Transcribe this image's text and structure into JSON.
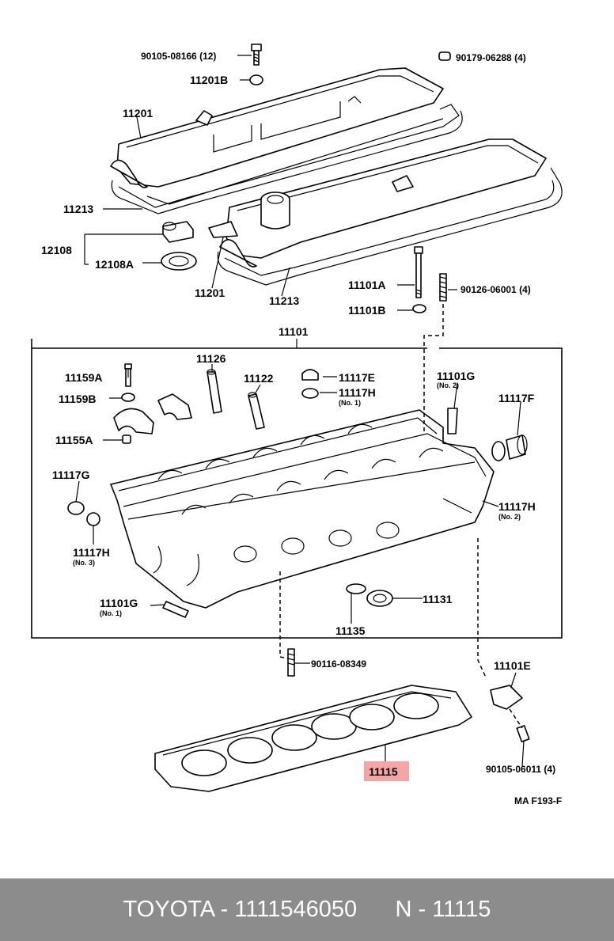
{
  "labels": {
    "bolt_top": "90105-08166 (12)",
    "seal_top_right": "90179-06288 (4)",
    "p11201B": "11201B",
    "cover_upper": "11201",
    "gasket_upper": "11213",
    "cap_group": "12108",
    "cap_seal": "12108A",
    "cover_lower": "11201",
    "gasket_lower": "11213",
    "stud_a": "11101A",
    "washer_b": "11101B",
    "stud_right": "90126-06001 (4)",
    "head_assy": "11101",
    "p11126": "11126",
    "p11122": "11122",
    "p11117E": "11117E",
    "p11117H_top": "11117H",
    "p11117H_top_no": "(No. 1)",
    "p11101G_top": "11101G",
    "p11101G_top_no": "(No. 2)",
    "p11159A": "11159A",
    "p11159B": "11159B",
    "p11155A": "11155A",
    "p11117F": "11117F",
    "p11117G": "11117G",
    "p11117H_right": "11117H",
    "p11117H_right_no": "(No. 2)",
    "p11117H_left": "11117H",
    "p11117H_left_no": "(No. 3)",
    "p11101G_bottom": "11101G",
    "p11101G_bottom_no": "(No. 1)",
    "p11131": "11131",
    "p11135": "11135",
    "stud_bottom": "90116-08349",
    "p11101E": "11101E",
    "bolt_bottom_right": "90105-06011 (4)",
    "head_gasket": "11115",
    "diagram_code": "MA  F193-F"
  },
  "highlight_color": "#f4a6a6",
  "footer": {
    "brand": "TOYOTA",
    "part_number": "1111546050",
    "ref": "N - 11115",
    "text": "TOYOTA - 1111546050      N - 11115"
  }
}
